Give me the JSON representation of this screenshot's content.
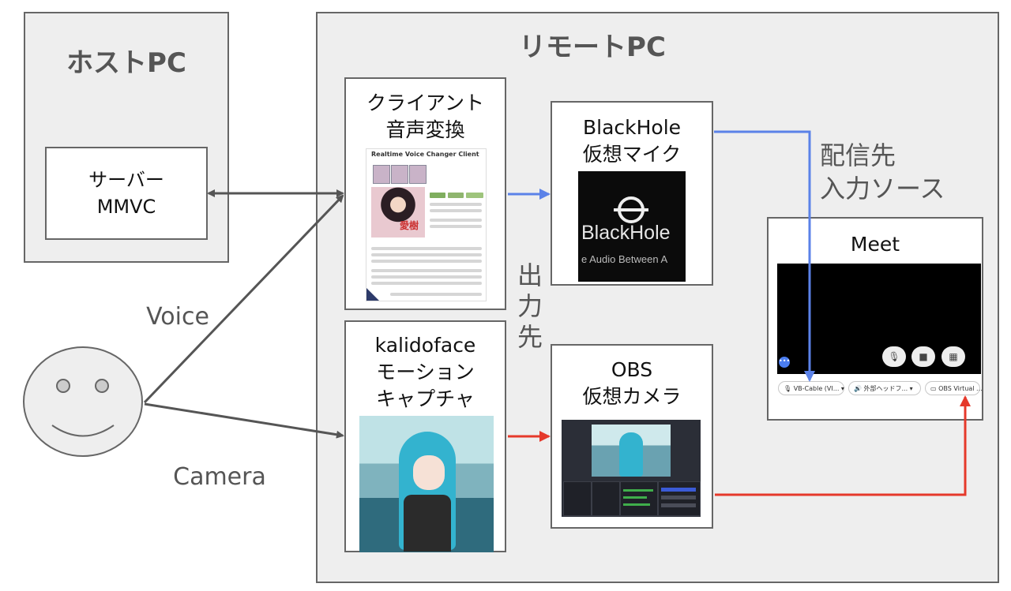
{
  "host": {
    "title": "ホストPC",
    "server": "サーバー\nMMVC"
  },
  "remote": {
    "title": "リモートPC"
  },
  "client": {
    "title": "クライアント\n音声変換",
    "thumb_header": "Realtime Voice Changer Client",
    "thumb_badge": "愛樹"
  },
  "blackhole": {
    "title": "BlackHole\n仮想マイク",
    "thumb_word": "BlackHole",
    "thumb_sub": "e Audio Between A"
  },
  "kalido": {
    "title": "kalidoface\nモーション\nキャプチャ"
  },
  "obs": {
    "title": "OBS\n仮想カメラ"
  },
  "meet": {
    "title": "Meet",
    "dots_label": "•••",
    "mic_icon_glyph": "🎙",
    "cam_icon_glyph": "■",
    "more_icon_glyph": "▦",
    "pill_mic": "🎙 VB-Cable (VI...  ▾",
    "pill_speaker": "🔊 外部ヘッドフ...  ▾",
    "pill_cam": "▭ OBS Virtual ..."
  },
  "notes": {
    "output_dest": "出\n力\n先",
    "input_dest": "配信先\n入力ソース",
    "voice": "Voice",
    "camera": "Camera"
  },
  "colors": {
    "blue_arrow": "#5b82e8",
    "red_arrow": "#e5392b",
    "gray_arrow": "#555555"
  }
}
